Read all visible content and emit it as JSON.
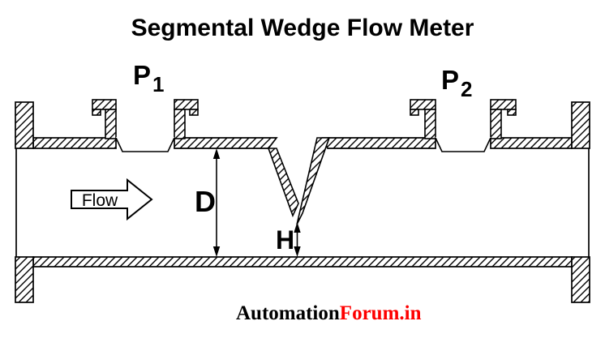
{
  "title": "Segmental Wedge Flow Meter",
  "labels": {
    "tap1": {
      "base": "P",
      "sub": "1"
    },
    "tap2": {
      "base": "P",
      "sub": "2"
    },
    "flow": "Flow",
    "pipe_diameter": "D",
    "wedge_gap_height": "H"
  },
  "footer": {
    "brand_part1": "Automation",
    "brand_part2": "Forum.in"
  },
  "colors": {
    "line": "#000000",
    "background": "#ffffff",
    "footer_red": "#fe0000"
  }
}
